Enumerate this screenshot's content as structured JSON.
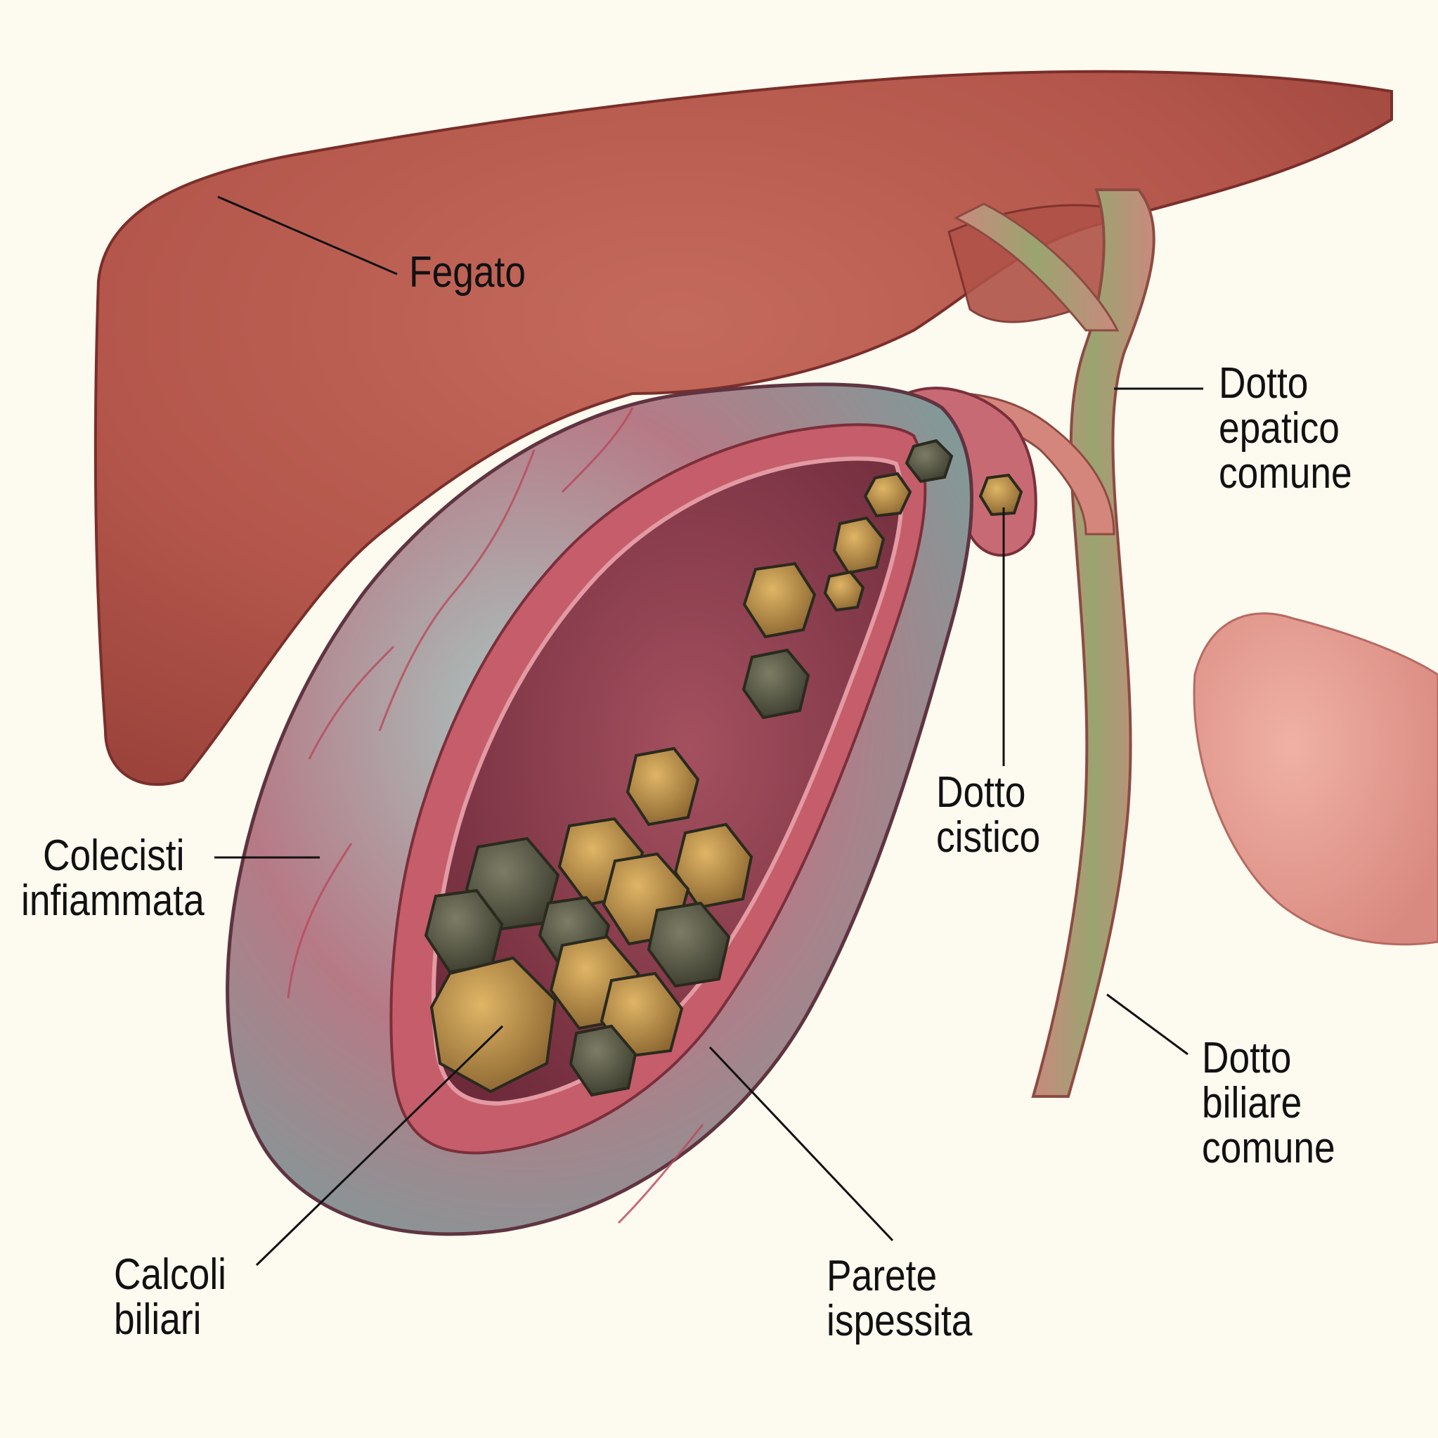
{
  "labels": {
    "liver": [
      "Fegato"
    ],
    "hepatic_duct": [
      "Dotto",
      "epatico",
      "comune"
    ],
    "cystic_duct": [
      "Dotto",
      "cistico"
    ],
    "inflamed_gallbladder": [
      "Colecisti",
      "infiammata"
    ],
    "bile_duct": [
      "Dotto",
      "biliare",
      "comune"
    ],
    "gallstones": [
      "Calcoli",
      "biliari"
    ],
    "thickened_wall": [
      "Parete",
      "ispessita"
    ]
  },
  "colors": {
    "background": "#fdfaf0",
    "liver": "#b8594e",
    "gallbladder_outer": "#8fb0ab",
    "gallbladder_wall": "#c7606e",
    "lumen": "#8d3a4c",
    "duct": "#8f9a68",
    "stone_dark": "#4f4f3e",
    "stone_light": "#b8893e",
    "leader_line": "#111111"
  }
}
